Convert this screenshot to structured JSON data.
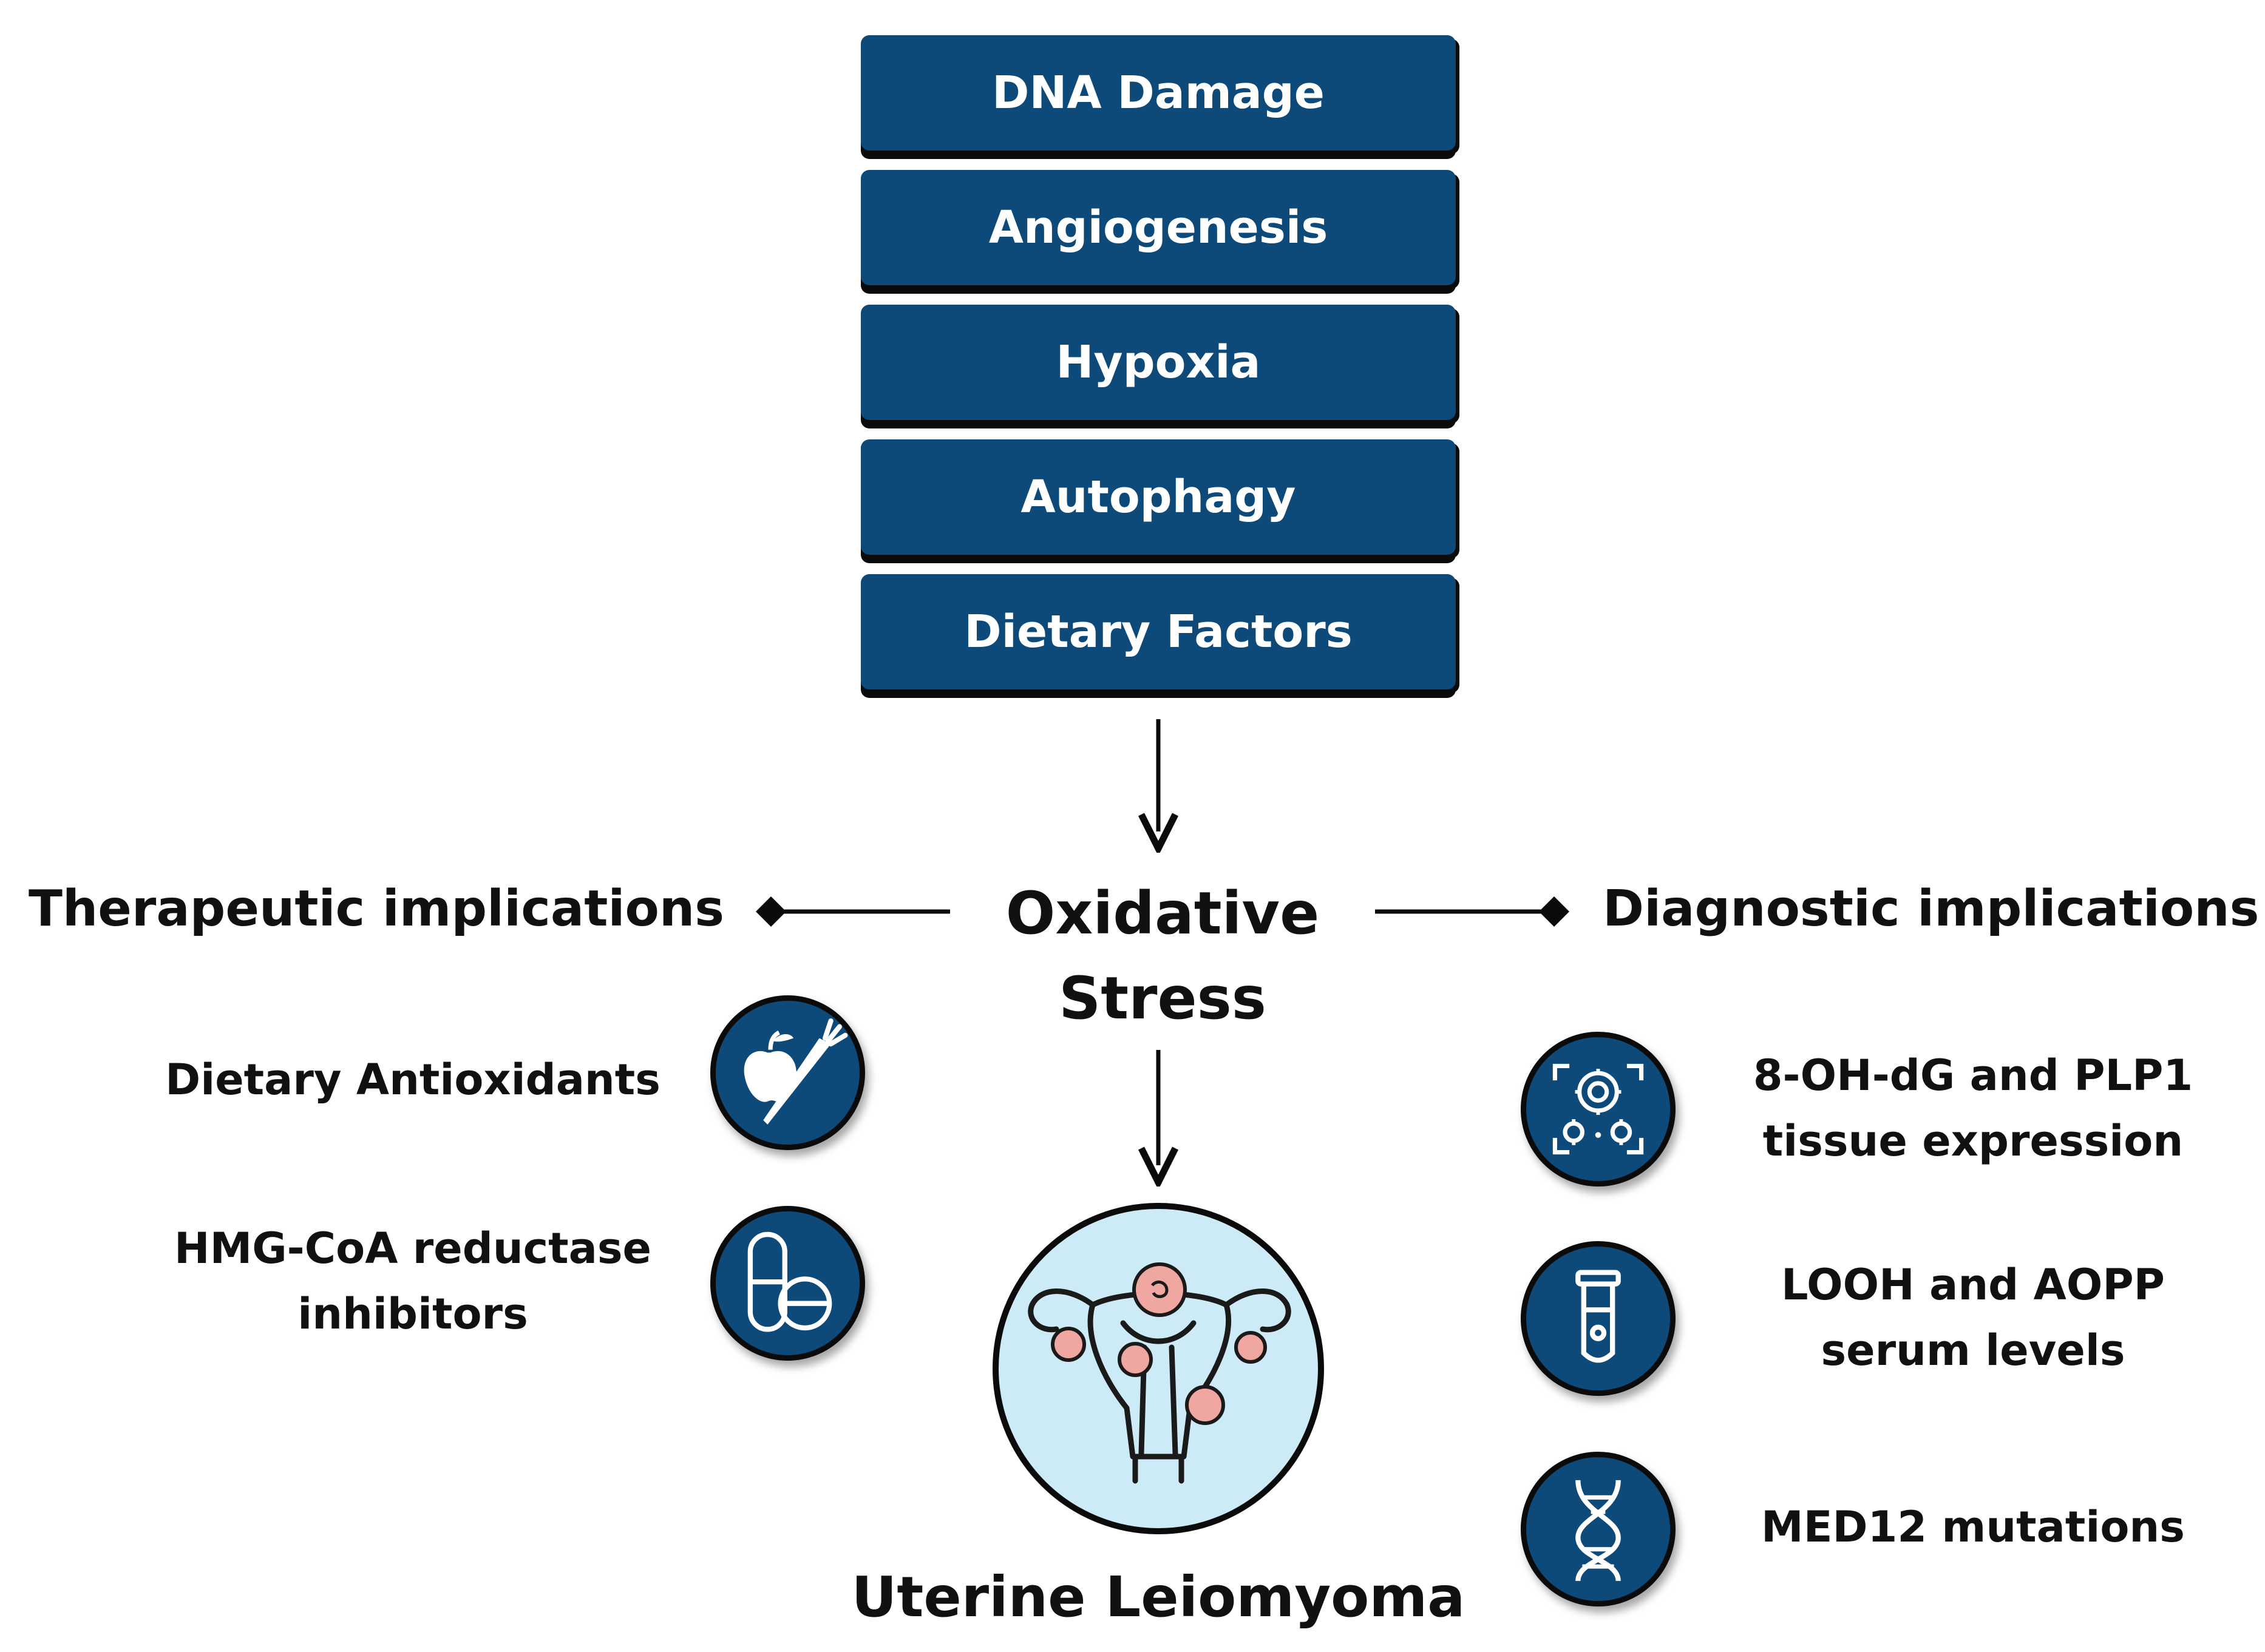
{
  "stack": [
    "DNA Damage",
    "Angiogenesis",
    "Hypoxia",
    "Autophagy",
    "Dietary Factors"
  ],
  "center": {
    "line1": "Oxidative",
    "line2": "Stress",
    "outcome": "Uterine Leiomyoma"
  },
  "therapeutic": {
    "heading": "Therapeutic implications",
    "items": [
      {
        "line1": "Dietary Antioxidants",
        "line2": "",
        "icon": "apple-carrot-icon"
      },
      {
        "line1": "HMG-CoA reductase",
        "line2": "inhibitors",
        "icon": "pill-capsule-icon"
      }
    ]
  },
  "diagnostic": {
    "heading": "Diagnostic implications",
    "items": [
      {
        "line1": "8-OH-dG and PLP1",
        "line2": "tissue expression",
        "icon": "tissue-scan-icon"
      },
      {
        "line1": "LOOH and AOPP",
        "line2": "serum levels",
        "icon": "test-tube-icon"
      },
      {
        "line1": "MED12 mutations",
        "line2": "",
        "icon": "dna-helix-icon"
      }
    ]
  },
  "colors": {
    "box_fill": "#0d4a7a",
    "uterus_circle": "#cdebf6",
    "fibroid_pink": "#f0a7a2"
  }
}
